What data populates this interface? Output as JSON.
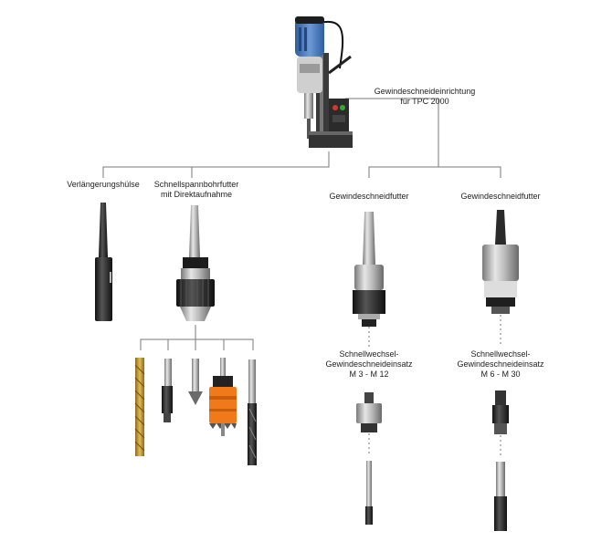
{
  "labels": {
    "threading_device": "Gewindeschneideinrichtung\nfür TPC 2000",
    "extension_sleeve": "Verlängerungshülse",
    "quick_chuck": "Schnellspannbohrfutter\nmit Direktaufnahme",
    "tapping_chuck_left": "Gewindeschneidfutter",
    "tapping_chuck_right": "Gewindeschneidfutter",
    "insert_small": "Schnellwechsel-\nGewindeschneideinsatz\nM 3 - M 12",
    "insert_large": "Schnellwechsel-\nGewindeschneideinsatz\nM 6 - M 30"
  },
  "colors": {
    "drill_body": "#4d7fc0",
    "drill_dark": "#2a2a2a",
    "lines": "#7a7a7a",
    "gold_bit": "#c9a13a",
    "hole_saw": "#f07a1a"
  }
}
